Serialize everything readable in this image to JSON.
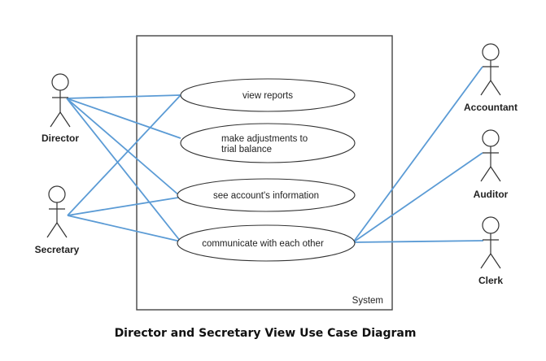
{
  "colors": {
    "association": "#5b9bd5",
    "outline": "#333333"
  },
  "diagram": {
    "boundary_label": "System",
    "caption": "Director and Secretary View Use Case Diagram",
    "actors": [
      {
        "id": "director",
        "label": "Director"
      },
      {
        "id": "secretary",
        "label": "Secretary"
      },
      {
        "id": "accountant",
        "label": "Accountant"
      },
      {
        "id": "auditor",
        "label": "Auditor"
      },
      {
        "id": "clerk",
        "label": "Clerk"
      }
    ],
    "use_cases": [
      {
        "id": "view-reports",
        "lines": [
          "view reports"
        ]
      },
      {
        "id": "make-adjustments",
        "lines": [
          "make adjustments to",
          "trial balance"
        ]
      },
      {
        "id": "see-account-info",
        "lines": [
          "see account's information"
        ]
      },
      {
        "id": "communicate",
        "lines": [
          "communicate with each other"
        ]
      }
    ],
    "associations": [
      {
        "actor": "director",
        "use_case": "view-reports"
      },
      {
        "actor": "director",
        "use_case": "make-adjustments"
      },
      {
        "actor": "director",
        "use_case": "see-account-info"
      },
      {
        "actor": "director",
        "use_case": "communicate"
      },
      {
        "actor": "secretary",
        "use_case": "view-reports"
      },
      {
        "actor": "secretary",
        "use_case": "see-account-info"
      },
      {
        "actor": "secretary",
        "use_case": "communicate"
      },
      {
        "actor": "accountant",
        "use_case": "communicate"
      },
      {
        "actor": "auditor",
        "use_case": "communicate"
      },
      {
        "actor": "clerk",
        "use_case": "communicate"
      }
    ]
  }
}
